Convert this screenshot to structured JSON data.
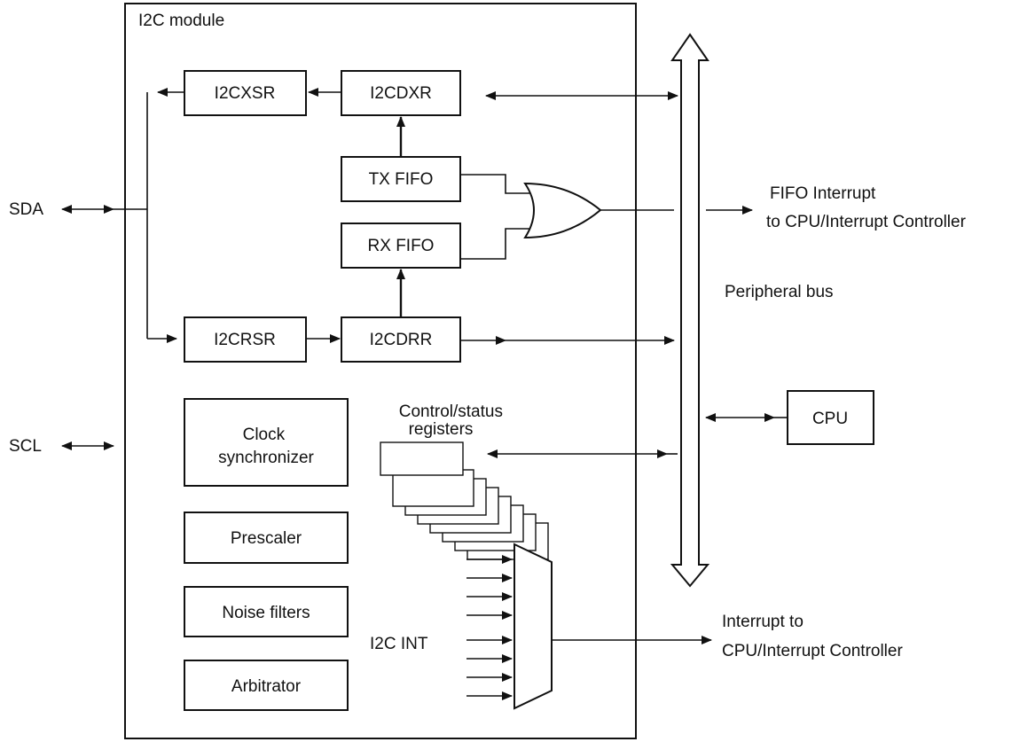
{
  "module_title": "I2C module",
  "pins": {
    "sda": "SDA",
    "scl": "SCL"
  },
  "registers": {
    "xsr": "I2CXSR",
    "dxr": "I2CDXR",
    "rsr": "I2CRSR",
    "drr": "I2CDRR",
    "tx_fifo": "TX FIFO",
    "rx_fifo": "RX FIFO"
  },
  "blocks": {
    "clock_sync_line1": "Clock",
    "clock_sync_line2": "synchronizer",
    "prescaler": "Prescaler",
    "noise_filters": "Noise filters",
    "arbitrator": "Arbitrator"
  },
  "control_status": {
    "line1": "Control/status",
    "line2": "registers"
  },
  "int_label": "I2C INT",
  "fifo_interrupt": {
    "line1": "FIFO Interrupt",
    "line2": "to CPU/Interrupt Controller"
  },
  "peripheral_bus": "Peripheral bus",
  "cpu": "CPU",
  "interrupt_out": {
    "line1": "Interrupt to",
    "line2": "CPU/Interrupt Controller"
  }
}
